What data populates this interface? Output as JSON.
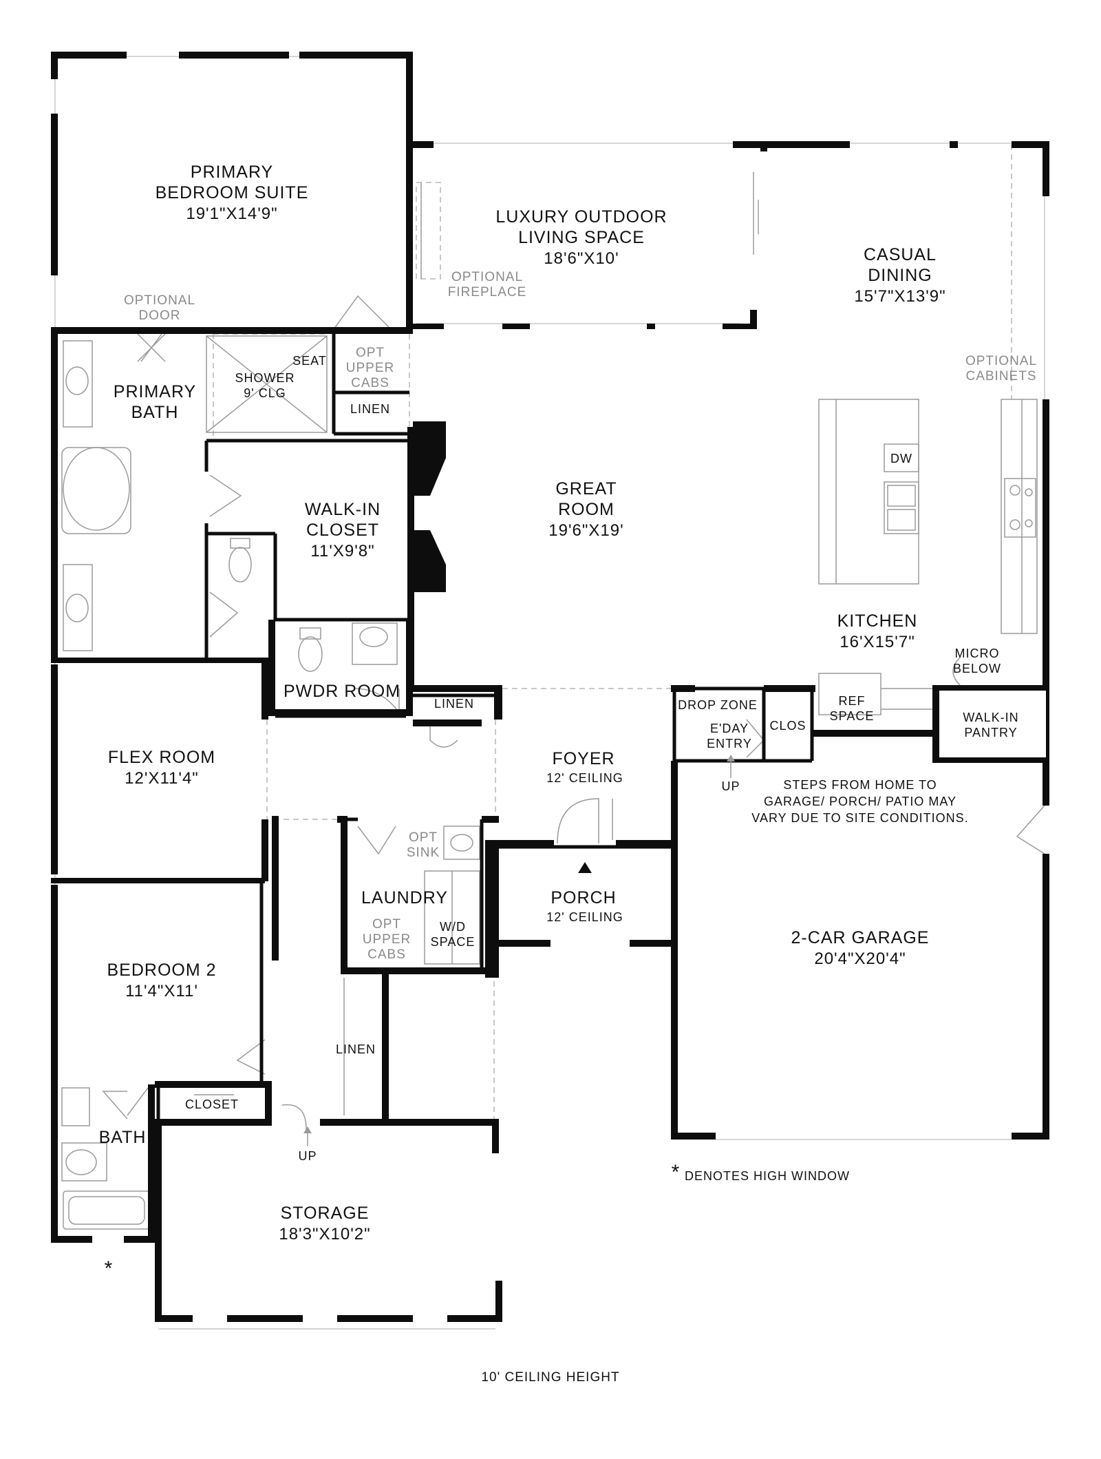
{
  "rooms": {
    "primary_bedroom": {
      "name1": "PRIMARY",
      "name2": "BEDROOM SUITE",
      "dims": "19'1\"X14'9\""
    },
    "outdoor_living": {
      "name1": "LUXURY OUTDOOR",
      "name2": "LIVING SPACE",
      "dims": "18'6\"X10'"
    },
    "casual_dining": {
      "name1": "CASUAL",
      "name2": "DINING",
      "dims": "15'7\"X13'9\""
    },
    "primary_bath": {
      "name1": "PRIMARY",
      "name2": "BATH"
    },
    "shower": {
      "name1": "SHOWER",
      "name2": "9' CLG"
    },
    "walk_in_closet": {
      "name1": "WALK-IN",
      "name2": "CLOSET",
      "dims": "11'X9'8\""
    },
    "great_room": {
      "name1": "GREAT",
      "name2": "ROOM",
      "dims": "19'6\"X19'"
    },
    "kitchen": {
      "name": "KITCHEN",
      "dims": "16'X15'7\""
    },
    "powder_room": {
      "name": "PWDR ROOM"
    },
    "flex_room": {
      "name": "FLEX ROOM",
      "dims": "12'X11'4\""
    },
    "foyer": {
      "name": "FOYER",
      "ceiling": "12' CEILING"
    },
    "laundry": {
      "name": "LAUNDRY"
    },
    "porch": {
      "name": "PORCH",
      "ceiling": "12' CEILING"
    },
    "bedroom_2": {
      "name": "BEDROOM 2",
      "dims": "11'4\"X11'"
    },
    "bath": {
      "name": "BATH"
    },
    "storage": {
      "name": "STORAGE",
      "dims": "18'3\"X10'2\""
    },
    "garage": {
      "name": "2-CAR GARAGE",
      "dims": "20'4\"X20'4\""
    },
    "walk_in_pantry": {
      "name1": "WALK-IN",
      "name2": "PANTRY"
    }
  },
  "labels": {
    "optional_door": [
      "OPTIONAL",
      "DOOR"
    ],
    "optional_fireplace": [
      "OPTIONAL",
      "FIREPLACE"
    ],
    "optional_cabinets": [
      "OPTIONAL",
      "CABINETS"
    ],
    "seat": "SEAT",
    "opt_upper_cabs_bath": [
      "OPT",
      "UPPER",
      "CABS"
    ],
    "linen_bath": "LINEN",
    "dw": "DW",
    "micro_below": [
      "MICRO",
      "BELOW"
    ],
    "linen_hall": "LINEN",
    "drop_zone": "DROP ZONE",
    "eday_entry": [
      "E'DAY",
      "ENTRY"
    ],
    "clos": "CLOS",
    "ref_space": [
      "REF",
      "SPACE"
    ],
    "up_garage": "UP",
    "opt_sink": [
      "OPT",
      "SINK"
    ],
    "opt_upper_cabs_laundry": [
      "OPT",
      "UPPER",
      "CABS"
    ],
    "wd_space": [
      "W/D",
      "SPACE"
    ],
    "linen_lower": "LINEN",
    "closet_lower": "CLOSET",
    "up_storage": "UP"
  },
  "notes": {
    "steps": [
      "STEPS FROM HOME TO",
      "GARAGE/ PORCH/ PATIO MAY",
      "VARY DUE TO SITE CONDITIONS."
    ],
    "high_window_mark": "*",
    "high_window": "DENOTES HIGH WINDOW",
    "window_mark_bath": "*",
    "ceiling_height": "10' CEILING HEIGHT"
  }
}
